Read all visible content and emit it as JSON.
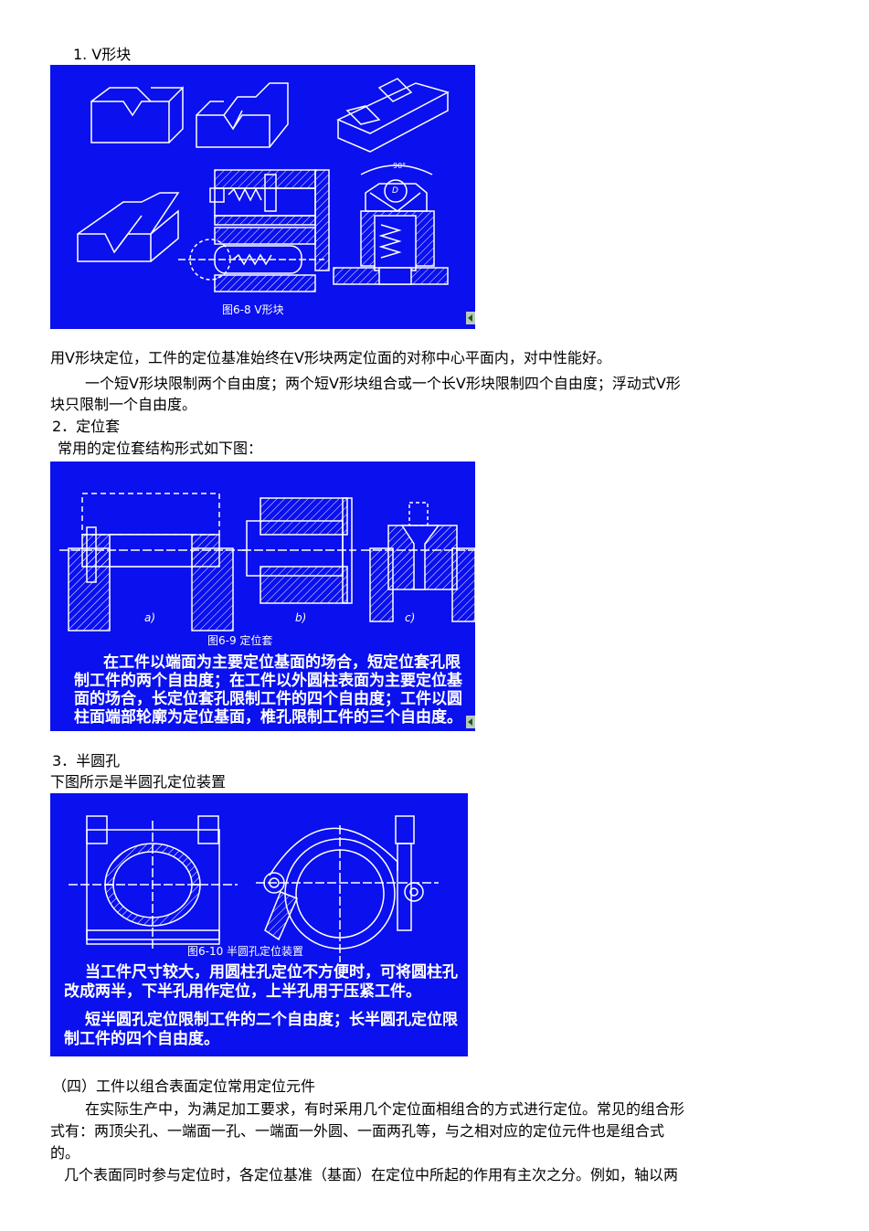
{
  "sections": {
    "s1_heading": "1. V形块",
    "s2_heading": "2．定位套",
    "s3_heading": "3．半圆孔",
    "s4_heading": "（四）工件以组合表面定位常用定位元件"
  },
  "paragraphs": {
    "p1": "用V形块定位，工件的定位基准始终在V形块两定位面的对称中心平面内，对中性能好。",
    "p2a": "一个短V形块限制两个自由度；两个短V形块组合或一个长V形块限制四个自由度；浮动式V形",
    "p2b": "块只限制一个自由度。",
    "p3": "常用的定位套结构形式如下图：",
    "p4": "下图所示是半圆孔定位装置",
    "p5a": "在实际生产中，为满足加工要求，有时采用几个定位面相组合的方式进行定位。常见的组合形",
    "p5b": "式有：两顶尖孔、一端面一孔、一端面一外圆、一面两孔等，与之相对应的定位元件也是组合式",
    "p5c": "的。",
    "p6": "几个表面同时参与定位时，各定位基准（基面）在定位中所起的作用有主次之分。例如，轴以两"
  },
  "figures": {
    "fig1": {
      "caption": "图6-8 V形块",
      "angle_label": "90°",
      "diameter_label": "D"
    },
    "fig2": {
      "caption": "图6-9 定位套",
      "sub_a": "a)",
      "sub_b": "b)",
      "sub_c": "c)",
      "text_lines": [
        "在工件以端面为主要定位基面的场合，短定位套孔限",
        "制工件的两个自由度；在工件以外圆柱表面为主要定位基",
        "面的场合，长定位套孔限制工件的四个自由度；工件以圆",
        "柱面端部轮廓为定位基面，椎孔限制工件的三个自由度。"
      ]
    },
    "fig3": {
      "caption": "图6-10 半圆孔定位装置",
      "text_lines": [
        "当工件尺寸较大，用圆柱孔定位不方便时，可将圆柱孔",
        "改成两半，下半孔用作定位，上半孔用于压紧工件。",
        "短半圆孔定位限制工件的二个自由度；长半圆孔定位限",
        "制工件的四个自由度。"
      ]
    }
  },
  "colors": {
    "figure_bg": "#0a10ee",
    "line": "#ffffff"
  }
}
